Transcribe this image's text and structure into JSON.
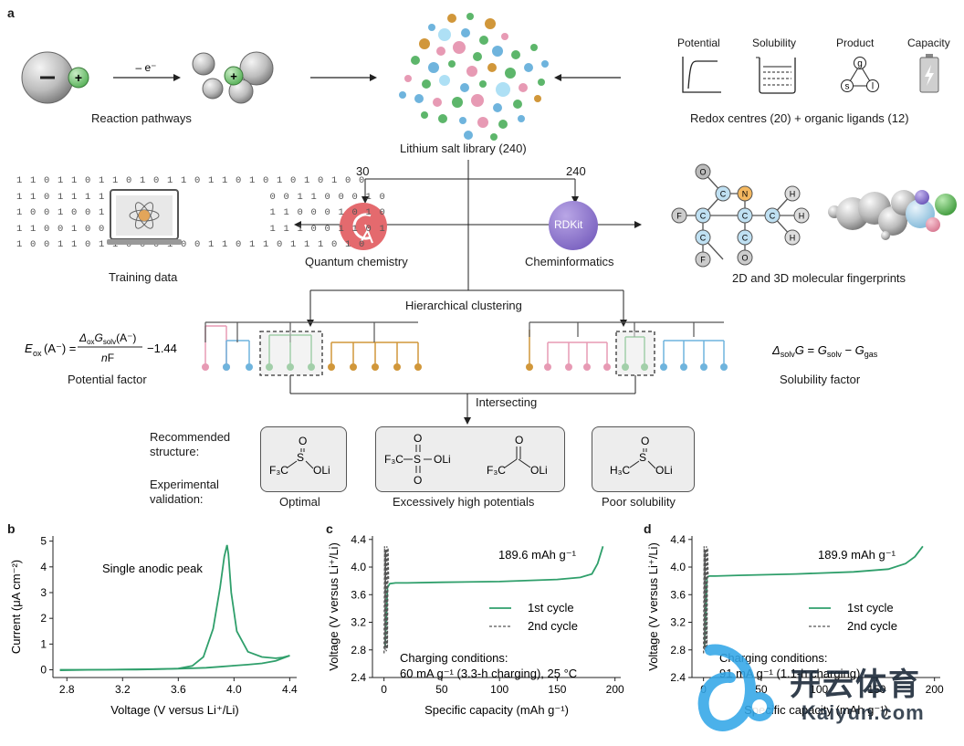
{
  "panel_a": {
    "letter": "a",
    "reaction_pathways": "Reaction pathways",
    "electron_label": "– e⁻",
    "library_label": "Lithium salt library (240)",
    "property_headers": [
      "Potential",
      "Solubility",
      "Product",
      "Capacity"
    ],
    "product_letters": [
      "g",
      "s",
      "l"
    ],
    "redox_label": "Redox centres (20) + organic ligands (12)",
    "branch_left_count": "30",
    "branch_right_count": "240",
    "quantum_chemistry": "Quantum chemistry",
    "rdkit": "RDKit",
    "cheminformatics": "Cheminformatics",
    "training_data": "Training data",
    "binary_left": "1 1 0 1 1 0 1 1 0 1 0 1 1 0 1 1 0 1 0 1 0 1 0 1 0 0\n1 1 0 1 1 1 1 0 1                    0 0 1 1 0 0 0 1 0\n1 0 0 1 0 0 1 0 0                    1 1 0 0 0 1 0 1 0\n1 1 0 0 1 0 0 1 1                    1 1 1 0 0 1 1 0 1\n1 0 0 1 1 0 1 1 0 0 0 1 0 0 1 1 0 1 1 0 1 1 1 0 1 0",
    "fingerprints_label": "2D and 3D molecular fingerprints",
    "atoms": [
      "O",
      "C",
      "N",
      "C",
      "H",
      "F",
      "C",
      "C",
      "C",
      "C",
      "H",
      "H",
      "C",
      "C",
      "F",
      "O"
    ],
    "hierarchical_clustering": "Hierarchical clustering",
    "potential_factor": "Potential factor",
    "potential_equation": "E_ox(A⁻) = Δ_ox G_solv(A⁻) / nF − 1.44",
    "solubility_factor": "Solubility factor",
    "solubility_equation": "Δ_solv G = G_solv − G_gas",
    "intersecting": "Intersecting",
    "recommended_structure": [
      "Recommended",
      "structure:"
    ],
    "experimental_validation": [
      "Experimental",
      "validation:"
    ],
    "outcomes": [
      "Optimal",
      "Excessively high potentials",
      "Poor solubility"
    ],
    "structures": {
      "s1": {
        "left": "F₃C",
        "center": "S",
        "top": "O",
        "right": "OLi"
      },
      "s2": {
        "left": "F₃C",
        "center": "S",
        "top": "O",
        "bottom": "O",
        "right": "OLi"
      },
      "s3": {
        "left": "F₃C",
        "center": "",
        "top": "O",
        "right": "OLi"
      },
      "s4": {
        "left": "H₃C",
        "center": "S",
        "top": "O",
        "right": "OLi"
      }
    },
    "colors": {
      "pink": "#e79ab4",
      "blue": "#6fb4dd",
      "green": "#5db66b",
      "orange": "#d1973a"
    }
  },
  "chart_data": [
    {
      "panel": "b",
      "type": "line",
      "annotation": "Single anodic peak",
      "xlabel": "Voltage (V versus Li⁺/Li)",
      "ylabel": "Current (μA cm⁻²)",
      "xlim": [
        2.7,
        4.45
      ],
      "ylim": [
        -0.3,
        5.2
      ],
      "xticks": [
        "2.8",
        "3.2",
        "3.6",
        "4.0",
        "4.4"
      ],
      "yticks": [
        "0",
        "1",
        "2",
        "3",
        "4",
        "5"
      ],
      "series": [
        {
          "x": [
            2.75,
            3.0,
            3.3,
            3.5,
            3.6,
            3.7,
            3.78,
            3.85,
            3.9,
            3.93,
            3.95,
            3.96,
            3.98,
            4.02,
            4.1,
            4.2,
            4.3,
            4.35,
            4.4
          ],
          "y": [
            0.0,
            0.0,
            0.01,
            0.03,
            0.05,
            0.15,
            0.5,
            1.6,
            3.2,
            4.4,
            4.85,
            4.5,
            3.0,
            1.5,
            0.7,
            0.5,
            0.45,
            0.48,
            0.55
          ]
        },
        {
          "x": [
            4.4,
            4.3,
            4.2,
            4.1,
            4.0,
            3.9,
            3.8,
            3.6,
            3.3,
            3.0,
            2.75
          ],
          "y": [
            0.55,
            0.35,
            0.25,
            0.2,
            0.16,
            0.12,
            0.08,
            0.04,
            0.02,
            0.0,
            -0.02
          ]
        }
      ]
    },
    {
      "panel": "c",
      "type": "line",
      "capacity_label": "189.6 mAh g⁻¹",
      "legend": [
        "1st cycle",
        "2nd cycle"
      ],
      "conditions": [
        "Charging conditions:",
        "60 mA g⁻¹ (3.3-h charging), 25 °C"
      ],
      "xlabel": "Specific capacity (mAh g⁻¹)",
      "ylabel": "Voltage (V versus Li⁺/Li)",
      "xlim": [
        -10,
        205
      ],
      "ylim": [
        2.4,
        4.45
      ],
      "xticks": [
        "0",
        "50",
        "100",
        "150",
        "200"
      ],
      "yticks": [
        "2.4",
        "2.8",
        "3.2",
        "3.6",
        "4.0",
        "4.4"
      ],
      "series": [
        {
          "name": "1st cycle",
          "x": [
            1,
            3,
            5,
            10,
            20,
            50,
            100,
            150,
            170,
            180,
            185,
            189.6
          ],
          "y": [
            2.85,
            3.7,
            3.76,
            3.77,
            3.77,
            3.78,
            3.79,
            3.82,
            3.85,
            3.9,
            4.05,
            4.3
          ]
        },
        {
          "name": "2nd cycle",
          "x": [
            0,
            0.5,
            1,
            1.5,
            2,
            2.5,
            3,
            3.5,
            4
          ],
          "y": [
            2.75,
            4.3,
            2.8,
            4.25,
            2.78,
            4.3,
            2.82,
            4.28,
            3.8
          ]
        }
      ]
    },
    {
      "panel": "d",
      "type": "line",
      "capacity_label": "189.9 mAh g⁻¹",
      "legend": [
        "1st cycle",
        "2nd cycle"
      ],
      "conditions": [
        "Charging conditions:",
        "91 mA g⁻¹ (1.1-h charging)"
      ],
      "xlabel": "Specific capacity (mAh g⁻¹)",
      "ylabel": "Voltage (V versus Li⁺/Li)",
      "xlim": [
        -10,
        205
      ],
      "ylim": [
        2.4,
        4.45
      ],
      "xticks": [
        "0",
        "50",
        "100",
        "150",
        "200"
      ],
      "yticks": [
        "2.4",
        "2.8",
        "3.2",
        "3.6",
        "4.0",
        "4.4"
      ],
      "series": [
        {
          "name": "1st cycle",
          "x": [
            1,
            3,
            5,
            10,
            30,
            80,
            130,
            160,
            175,
            183,
            189.9
          ],
          "y": [
            2.85,
            3.85,
            3.87,
            3.87,
            3.88,
            3.9,
            3.93,
            3.97,
            4.05,
            4.15,
            4.3
          ]
        },
        {
          "name": "2nd cycle",
          "x": [
            0,
            0.5,
            1,
            1.5,
            2,
            2.5,
            3,
            3.5,
            4
          ],
          "y": [
            2.75,
            4.3,
            2.8,
            4.25,
            2.78,
            4.3,
            2.82,
            4.28,
            3.85
          ]
        }
      ]
    }
  ],
  "watermark": {
    "brand": "开云体育",
    "sub": "Kaiyun.com"
  }
}
